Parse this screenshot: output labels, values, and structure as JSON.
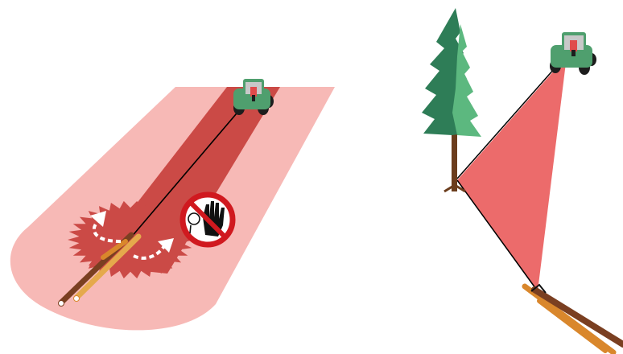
{
  "colors": {
    "background": "#ffffff",
    "outer_zone": "#f7b9b6",
    "inner_zone": "#cb4a46",
    "triangle_zone": "#ec6b6b",
    "tractor_body": "#4f9f6e",
    "tractor_cab": "#c8c8c8",
    "tractor_light": "#e04b4b",
    "wheel": "#1d1d1d",
    "log_brown": "#7a3f21",
    "log_orange": "#d9872c",
    "log_pale": "#e5a94c",
    "tree_dark": "#2e7d57",
    "tree_light": "#5cb87f",
    "trunk": "#6b3d1d",
    "sign_red": "#d0191f",
    "arrow": "#ffffff",
    "cable": "#000000"
  },
  "left_panel": {
    "zones": [
      "outer-danger-zone",
      "inner-danger-zone",
      "burst-zone"
    ],
    "icons": [
      "tractor-icon",
      "winch-cable",
      "log-bundle",
      "swing-arrow-icon",
      "swing-arrow-icon",
      "no-entry-hand-sign-icon"
    ]
  },
  "right_panel": {
    "zones": [
      "cable-danger-triangle"
    ],
    "icons": [
      "spruce-tree-icon",
      "tractor-icon",
      "winch-cable",
      "log-bundle"
    ]
  }
}
